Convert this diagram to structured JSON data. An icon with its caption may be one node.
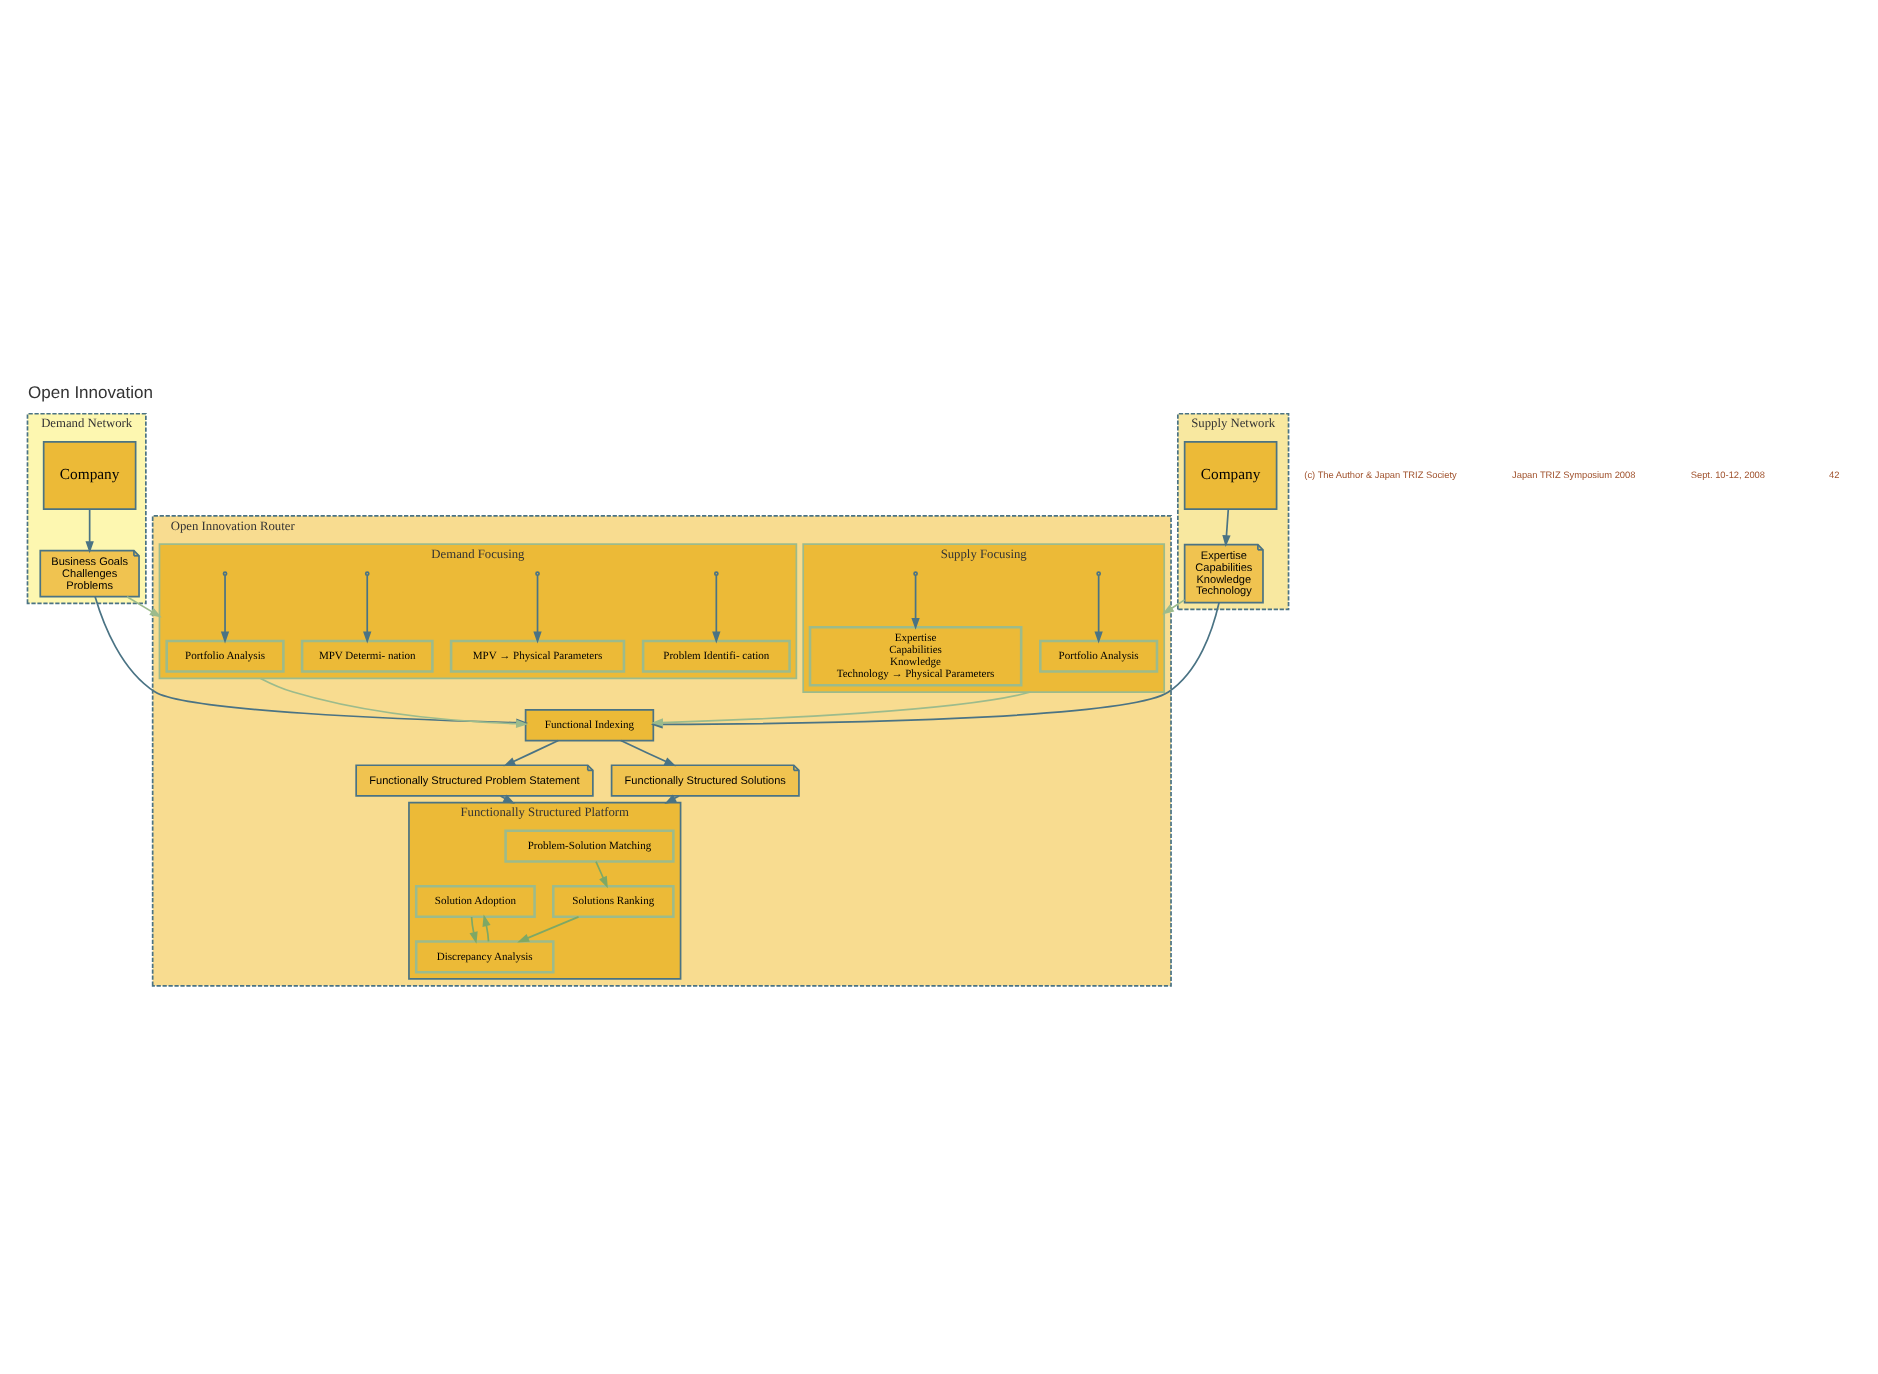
{
  "diagram": {
    "title": "Open Innovation",
    "nodes": [
      {
        "text": [
          "Demand Network"
        ]
      },
      {
        "text": [
          "Company"
        ],
        "in": 0
      },
      {
        "text": [
          "Business Goals",
          "Challenges",
          "Problems"
        ],
        "in": 0
      },
      {
        "text": [
          "Supply Network"
        ]
      },
      {
        "text": [
          "Expertise",
          "Capabilities",
          "Knowledge",
          "Technology"
        ],
        "in": 3
      },
      {
        "text": [
          "Company"
        ],
        "in": 3
      },
      {
        "text": [
          "Open Innovation Router"
        ]
      },
      {
        "text": [
          "Demand Focusing"
        ],
        "in": 6
      },
      {
        "text": [
          "Portfolio Analysis"
        ],
        "in": 7
      },
      {
        "text": [
          "MPV Determi- nation"
        ],
        "in": 7
      },
      {
        "text": [
          "MPV → Physical Parameters"
        ],
        "in": 7
      },
      {
        "text": [
          "Problem Identifi- cation"
        ],
        "in": 7
      },
      {
        "text": [
          "Functional Indexing"
        ],
        "in": 6
      },
      {
        "text": [
          "Functionally Structured Problem Statement"
        ],
        "in": 6
      },
      {
        "text": [
          "Functionally Structured Solutions"
        ],
        "in": 6
      },
      {
        "text": [
          "Functionally Structured Platform"
        ],
        "in": 6
      },
      {
        "text": [
          "Problem-Solution Matching"
        ],
        "in": 15
      },
      {
        "text": [
          "Solution Adoption"
        ],
        "in": 15
      },
      {
        "text": [
          "Solutions Ranking"
        ],
        "in": 15
      },
      {
        "text": [
          "Discrepancy Analysis"
        ],
        "in": 15
      },
      {
        "text": [
          "Supply Focusing"
        ],
        "in": 6
      },
      {
        "text": [
          "Portfolio Analysis"
        ],
        "in": 20
      },
      {
        "text": [
          "Expertise",
          "Capabilities",
          "Knowledge",
          "Technology → Physical Parameters"
        ],
        "in": 20
      }
    ],
    "edges": [
      {
        "from": 1,
        "to": 2,
        "arrow": "to"
      },
      {
        "from": 5,
        "to": 4,
        "arrow": "to"
      },
      {
        "from": 2,
        "to": 7,
        "arrow": "to",
        "color": "#9cbb8c"
      },
      {
        "from": 4,
        "to": 20,
        "arrow": "to",
        "color": "#9cbb8c"
      },
      {
        "from": null,
        "to": 8,
        "arrow": "to"
      },
      {
        "from": null,
        "to": 9,
        "arrow": "to"
      },
      {
        "from": null,
        "to": 10,
        "arrow": "to"
      },
      {
        "from": null,
        "to": 11,
        "arrow": "to"
      },
      {
        "from": null,
        "to": 21,
        "arrow": "to"
      },
      {
        "from": null,
        "to": 22,
        "arrow": "to"
      },
      {
        "from": 7,
        "to": 12,
        "arrow": "to",
        "color": "#9cbb8c"
      },
      {
        "from": 20,
        "to": 12,
        "arrow": "to",
        "color": "#9cbb8c"
      },
      {
        "from": 2,
        "to": 12,
        "arrow": "to"
      },
      {
        "from": 4,
        "to": 12,
        "arrow": "to"
      },
      {
        "from": 12,
        "to": 13,
        "arrow": "to"
      },
      {
        "from": 12,
        "to": 14,
        "arrow": "to"
      },
      {
        "from": 13,
        "to": 15,
        "arrow": "to"
      },
      {
        "from": 14,
        "to": 15,
        "arrow": "to"
      },
      {
        "from": 16,
        "to": 18,
        "arrow": "to",
        "color": "#7ea865"
      },
      {
        "from": 18,
        "to": 19,
        "arrow": "to",
        "color": "#7ea865"
      },
      {
        "from": 19,
        "to": 17,
        "arrow": "to",
        "color": "#7ea865"
      },
      {
        "from": 17,
        "to": 19,
        "arrow": "to",
        "color": "#7ea865"
      }
    ],
    "labels": [
      "(c) The Author & Japan TRIZ Society",
      "Japan TRIZ Symposium 2008",
      "Sept. 10-12, 2008",
      "42"
    ]
  }
}
